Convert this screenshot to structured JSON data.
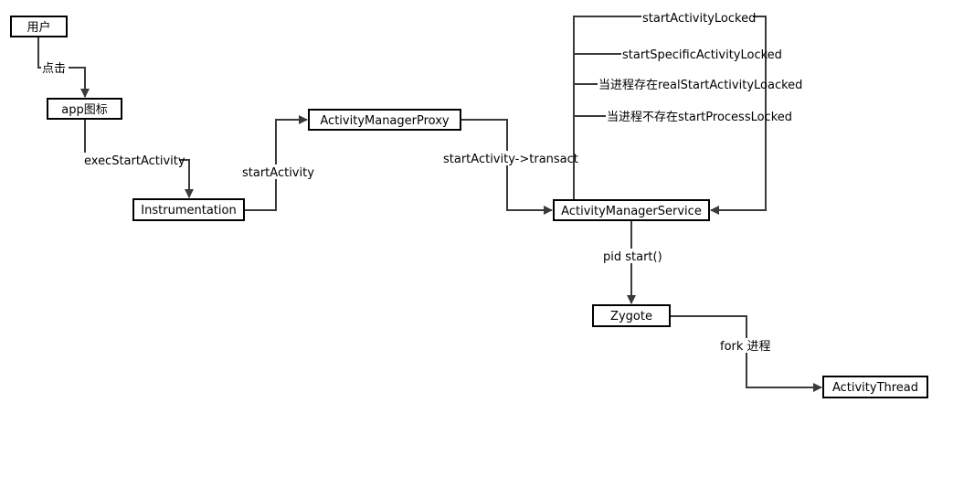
{
  "nodes": {
    "user": "用户",
    "app_icon": "app图标",
    "instrumentation": "Instrumentation",
    "am_proxy": "ActivityManagerProxy",
    "am_service": "ActivityManagerService",
    "zygote": "Zygote",
    "activity_thread": "ActivityThread"
  },
  "edges": {
    "click": "点击",
    "exec_start_activity": "execStartActivity",
    "start_activity": "startActivity",
    "transact": "startActivity->transact",
    "pid_start": "pid start()",
    "fork": "fork 进程"
  },
  "loop_labels": {
    "locked": "startActivityLocked",
    "specific": "startSpecificActivityLocked",
    "real_start": "当进程存在realStartActivityLoacked",
    "process_locked": "当进程不存在startProcessLocked"
  }
}
